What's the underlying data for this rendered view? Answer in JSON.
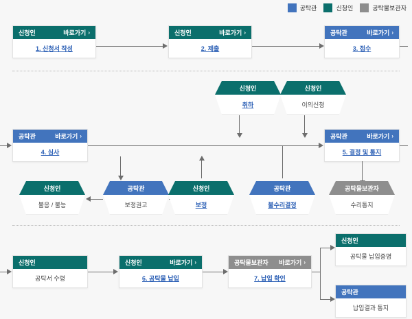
{
  "legend": {
    "items": [
      {
        "label": "공탁관",
        "color": "#4274bd"
      },
      {
        "label": "신청인",
        "color": "#0b6f6c"
      },
      {
        "label": "공탁물보관자",
        "color": "#8e8e8e"
      }
    ]
  },
  "goto_label": "바로가기",
  "chevron": "›",
  "roles": {
    "applicant": "신청인",
    "officer": "공탁관",
    "custodian": "공탁물보관자"
  },
  "row1": {
    "step1": {
      "role": "신청인",
      "goto": "바로가기",
      "text": "1. 신청서 작성"
    },
    "step2": {
      "role": "신청인",
      "goto": "바로가기",
      "text": "2. 제출"
    },
    "step3": {
      "role": "공탁관",
      "goto": "바로가기",
      "text": "3. 접수"
    }
  },
  "row2": {
    "withdraw": {
      "role": "신청인",
      "text": "취하"
    },
    "objection": {
      "role": "신청인",
      "text": "이의신청"
    },
    "step4": {
      "role": "공탁관",
      "goto": "바로가기",
      "text": "4. 심사"
    },
    "step5": {
      "role": "공탁관",
      "goto": "바로가기",
      "text": "5. 결정 및 통지"
    },
    "refusal": {
      "role": "신청인",
      "text": "불응 / 불능"
    },
    "correction_advice": {
      "role": "공탁관",
      "text": "보정권고"
    },
    "correction": {
      "role": "신청인",
      "text": "보정"
    },
    "reject_decision": {
      "role": "공탁관",
      "text": "불수리결정"
    },
    "accept_notice": {
      "role": "공탁물보관자",
      "text": "수리통지"
    }
  },
  "row3": {
    "receipt": {
      "role": "신청인",
      "text": "공탁서 수령"
    },
    "step6": {
      "role": "신청인",
      "goto": "바로가기",
      "text": "6. 공탁물 납입"
    },
    "step7": {
      "role": "공탁물보관자",
      "goto": "바로가기",
      "text": "7. 납입 확인"
    },
    "pay_certificate": {
      "role": "신청인",
      "text": "공탁물 납입증명"
    },
    "pay_result": {
      "role": "공탁관",
      "text": "납입결과 통지"
    }
  }
}
